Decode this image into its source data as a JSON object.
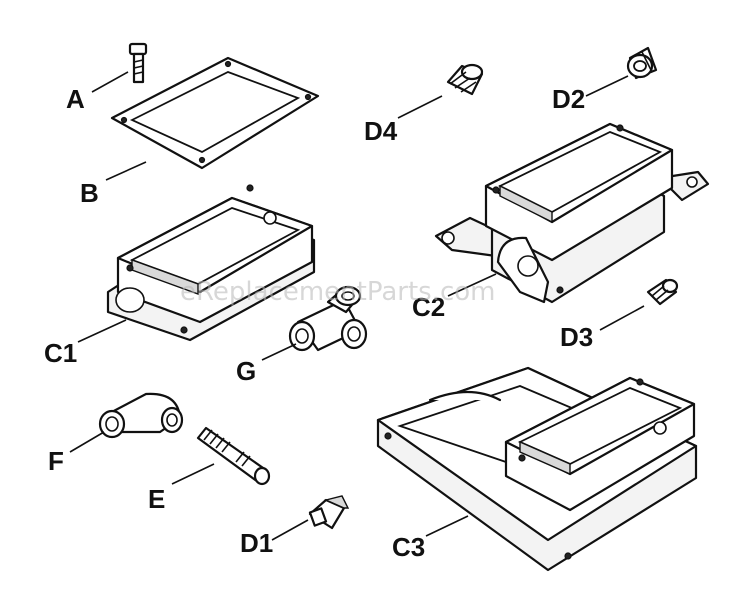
{
  "watermark": "eReplacementParts.com",
  "labels": {
    "A": "A",
    "B": "B",
    "C1": "C1",
    "C2": "C2",
    "C3": "C3",
    "D1": "D1",
    "D2": "D2",
    "D3": "D3",
    "D4": "D4",
    "E": "E",
    "F": "F",
    "G": "G"
  },
  "colors": {
    "ink": "#111111",
    "paper": "#ffffff",
    "watermark": "#b8b8b8"
  }
}
